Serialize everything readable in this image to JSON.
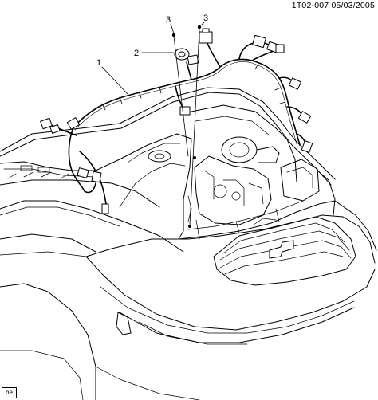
{
  "header": {
    "ref_code": "1T02-007  05/03/2005"
  },
  "callouts": [
    {
      "id": "callout-1",
      "label": "1"
    },
    {
      "id": "callout-2",
      "label": "2"
    },
    {
      "id": "callout-3a",
      "label": "3"
    },
    {
      "id": "callout-3b",
      "label": "3"
    }
  ],
  "footer": {
    "badge": "be"
  }
}
